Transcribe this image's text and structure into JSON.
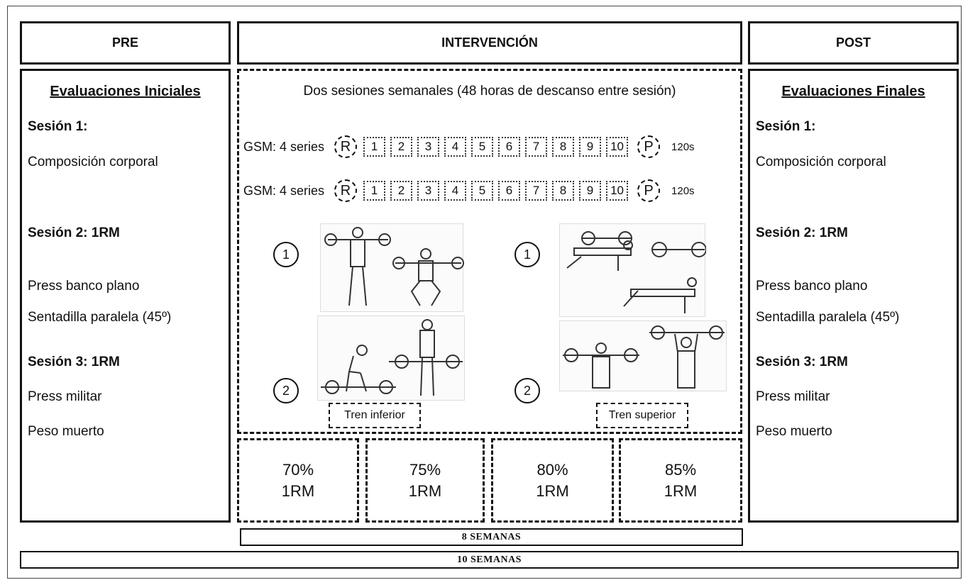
{
  "headers": {
    "pre": "PRE",
    "intervention": "INTERVENCIÓN",
    "post": "POST"
  },
  "pre": {
    "title": "Evaluaciones Iniciales",
    "s1": "Sesión 1:",
    "s1_item": "Composición corporal",
    "s2": "Sesión 2: 1RM",
    "s2_items": [
      "Press banco plano",
      "Sentadilla paralela (45º)"
    ],
    "s3": "Sesión 3: 1RM",
    "s3_items": [
      "Press militar",
      "Peso muerto"
    ]
  },
  "post": {
    "title": "Evaluaciones Finales",
    "s1": "Sesión 1:",
    "s1_item": "Composición corporal",
    "s2": "Sesión 2: 1RM",
    "s2_items": [
      "Press banco plano",
      "Sentadilla paralela (45º)"
    ],
    "s3": "Sesión 3: 1RM",
    "s3_items": [
      "Press militar",
      "Peso muerto"
    ]
  },
  "intervention": {
    "sessions_text": "Dos sesiones semanales (48 horas de descanso entre sesión)",
    "gsm_rows": [
      {
        "label": "GSM: 4 series",
        "start": "R",
        "reps": [
          "1",
          "2",
          "3",
          "4",
          "5",
          "6",
          "7",
          "8",
          "9",
          "10"
        ],
        "end": "P",
        "rest": "120s"
      },
      {
        "label": "GSM: 4 series",
        "start": "R",
        "reps": [
          "1",
          "2",
          "3",
          "4",
          "5",
          "6",
          "7",
          "8",
          "9",
          "10"
        ],
        "end": "P",
        "rest": "120s"
      }
    ],
    "exercise_numbers": [
      "1",
      "2"
    ],
    "lower_label": "Tren inferior",
    "upper_label": "Tren superior"
  },
  "intensities": [
    {
      "pct": "70%",
      "unit": "1RM"
    },
    {
      "pct": "75%",
      "unit": "1RM"
    },
    {
      "pct": "80%",
      "unit": "1RM"
    },
    {
      "pct": "85%",
      "unit": "1RM"
    }
  ],
  "weeks": {
    "eight": "8 SEMANAS",
    "ten": "10 SEMANAS"
  }
}
